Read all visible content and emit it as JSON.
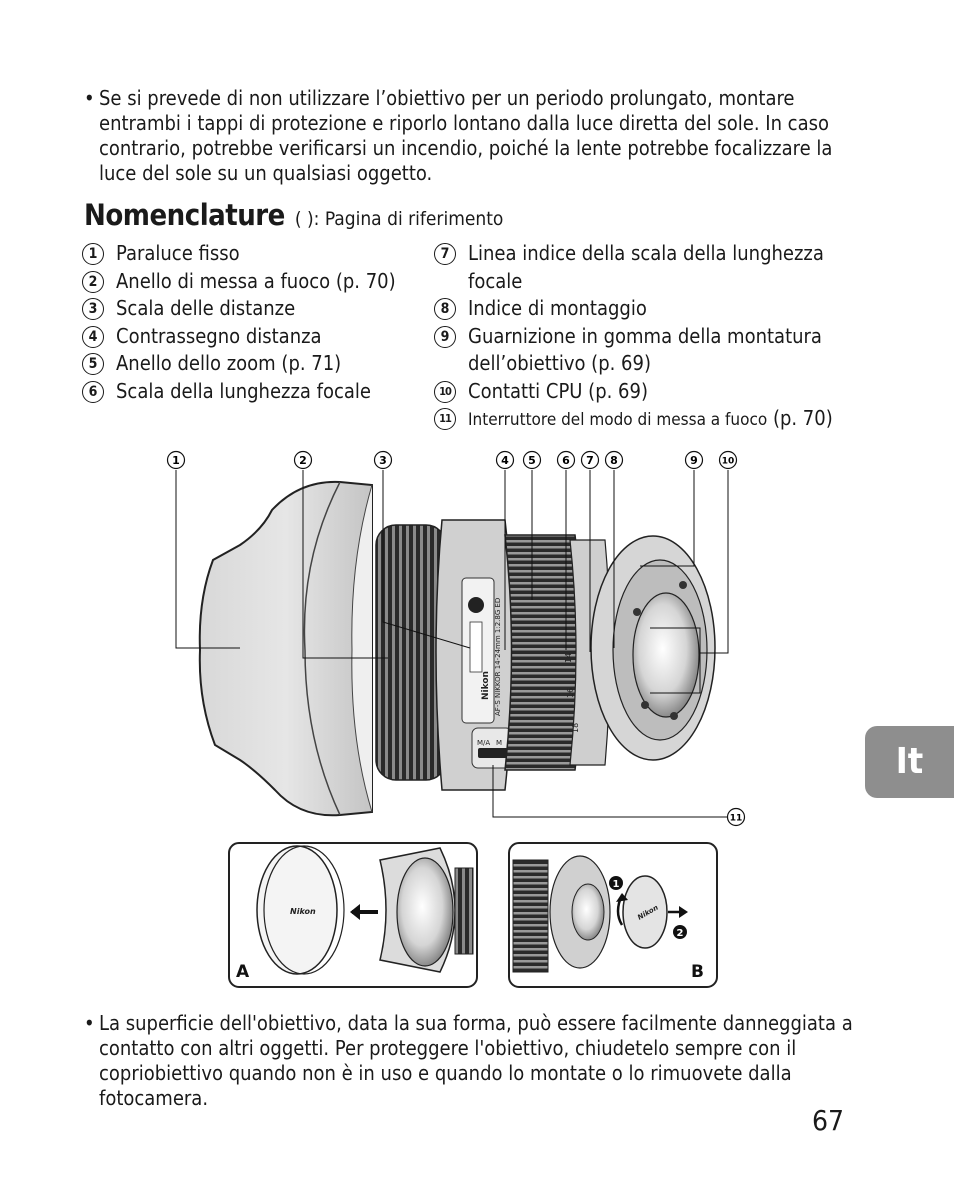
{
  "bullets": {
    "top": "Se si prevede di non utilizzare l’obiettivo per un periodo prolungato, montare entrambi i tappi di protezione e riporlo lontano dalla luce diretta del sole. In caso contrario, potrebbe verificarsi un incendio, poiché la lente potrebbe focalizzare la luce del sole su un qualsiasi oggetto.",
    "bottom": "La superficie dell'obiettivo, data la sua forma, può essere facilmente danneggiata a contatto con altri oggetti. Per proteggere l'obiettivo, chiudetelo sempre con il copriobiettivo quando non è in uso e quando lo montate o lo rimuovete dalla fotocamera.",
    "dot": "•"
  },
  "heading": {
    "title": "Nomenclature",
    "subtitle": "( ): Pagina di riferimento"
  },
  "parts": [
    {
      "num": "1",
      "label": "Paraluce fisso"
    },
    {
      "num": "2",
      "label": "Anello di messa a fuoco (p. 70)"
    },
    {
      "num": "3",
      "label": "Scala delle distanze"
    },
    {
      "num": "4",
      "label": "Contrassegno distanza"
    },
    {
      "num": "5",
      "label": "Anello dello zoom (p. 71)"
    },
    {
      "num": "6",
      "label": "Scala della lunghezza focale"
    },
    {
      "num": "7",
      "label": "Linea indice della scala della lunghezza focale"
    },
    {
      "num": "8",
      "label": "Indice di montaggio"
    },
    {
      "num": "9",
      "label": "Guarnizione in gomma della montatura dell’obiettivo (p. 69)"
    },
    {
      "num": "10",
      "label": "Contatti CPU (p. 69)"
    },
    {
      "num": "11",
      "label": "Interruttore del modo di messa a fuoco",
      "ref": "(p. 70)"
    }
  ],
  "figure": {
    "callouts": [
      "1",
      "2",
      "3",
      "4",
      "5",
      "6",
      "7",
      "8",
      "9",
      "10",
      "11"
    ],
    "lens_text": {
      "brand": "Nikon",
      "model": "AF-S NIKKOR 14-24mm 1:2.8G ED",
      "switch_ma": "M/A",
      "switch_m": "M",
      "focal_marks": [
        "14",
        "16",
        "18"
      ]
    },
    "inset_a": {
      "label": "A",
      "cap_brand": "Nikon"
    },
    "inset_b": {
      "label": "B",
      "cap_brand": "Nikon",
      "step1": "1",
      "step2": "2"
    }
  },
  "language_tab": "It",
  "page_number": "67"
}
